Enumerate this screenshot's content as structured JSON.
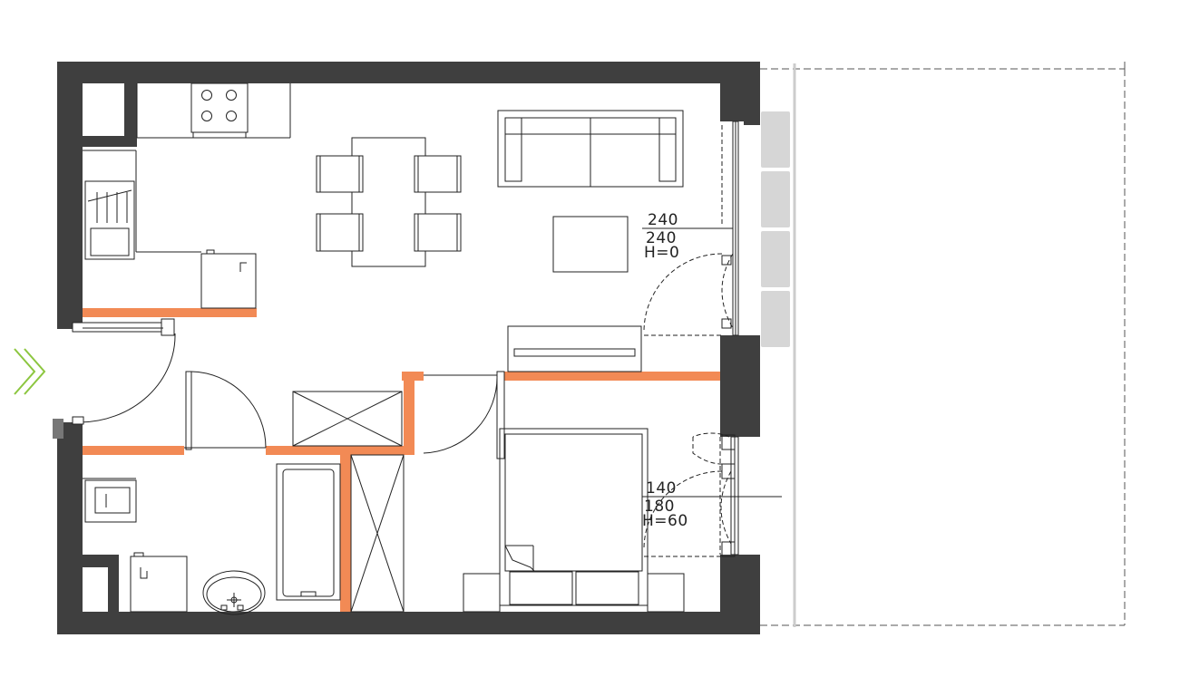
{
  "colors": {
    "wall": "#3f3f3f",
    "partition": "#f28a55",
    "line": "#222222",
    "terrace_outline": "#555555",
    "terrace_column": "#cccccc",
    "window_panel": "#d6d6d6",
    "entrance_arrow": "#8cc63f",
    "background": "#ffffff"
  },
  "icons": {
    "entrance": "double-chevron-right-icon"
  },
  "window_living": {
    "line1": "240",
    "line2": "240",
    "line3": "H=0"
  },
  "window_bedroom": {
    "line1": "140",
    "line2": "180",
    "line3": "H=60"
  }
}
